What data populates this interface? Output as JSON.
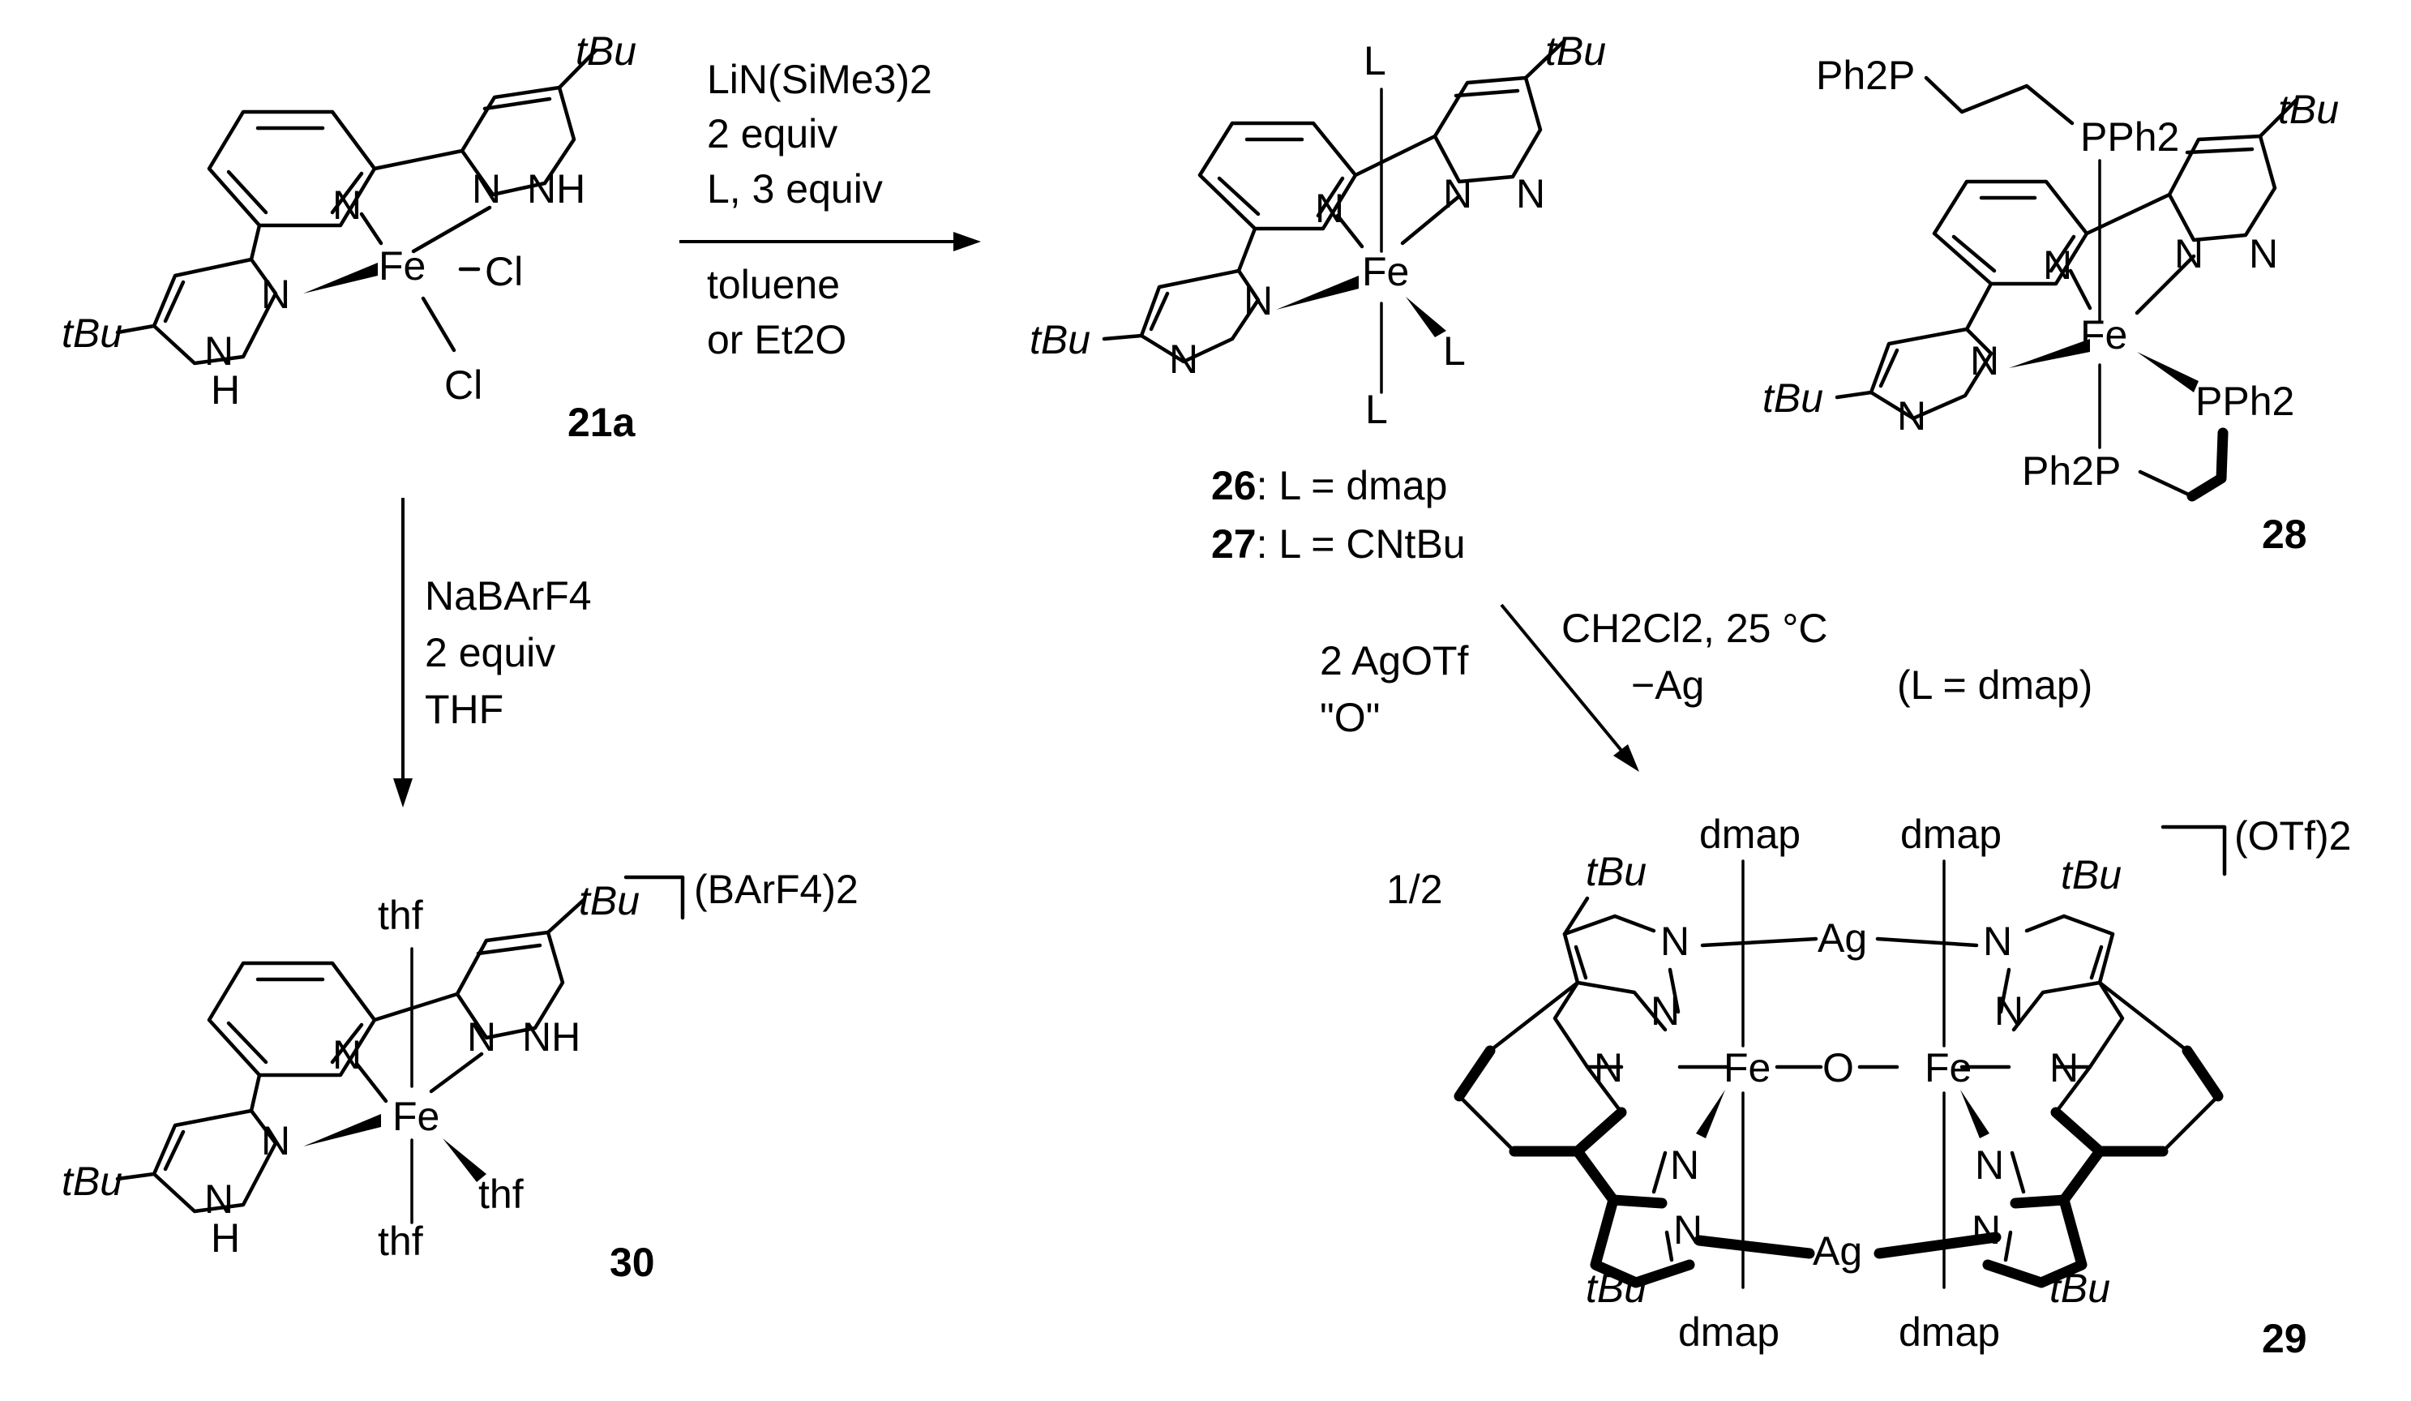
{
  "compounds": {
    "c21a": {
      "id": "21a",
      "fe": "Fe",
      "cl1": "Cl",
      "cl2": "Cl",
      "n": "N",
      "nh": "NH",
      "h": "H",
      "tbu": "tBu"
    },
    "c26_27": {
      "fe": "Fe",
      "l": "L",
      "n": "N",
      "tbu": "tBu",
      "label26_num": "26",
      "label26_text": ": L = dmap",
      "label27_num": "27",
      "label27_text": ": L = CNtBu"
    },
    "c28": {
      "id": "28",
      "fe": "Fe",
      "pph2": "PPh2",
      "ph2p": "Ph2P",
      "n": "N",
      "tbu": "tBu"
    },
    "c30": {
      "id": "30",
      "fe": "Fe",
      "thf": "thf",
      "counterion": "(BArF4)2",
      "n": "N",
      "nh": "NH",
      "h": "H",
      "tbu": "tBu"
    },
    "c29": {
      "id": "29",
      "fe": "Fe",
      "ag": "Ag",
      "o": "O",
      "dmap": "dmap",
      "n": "N",
      "tbu": "tBu",
      "counterion": "(OTf)2",
      "fraction": "1/2"
    }
  },
  "reactions": {
    "r1": {
      "reagent1": "LiN(SiMe3)2",
      "reagent2": "2 equiv",
      "reagent3": "L, 3 equiv",
      "solvent1": "toluene",
      "solvent2": "or Et2O"
    },
    "r2": {
      "reagent1": "NaBArF4",
      "reagent2": "2 equiv",
      "solvent": "THF"
    },
    "r3": {
      "reagent1": "2 AgOTf",
      "reagent2": "\"O\"",
      "solvent": "CH2Cl2, 25 °C",
      "byproduct": "−Ag",
      "note": "(L = dmap)"
    }
  }
}
